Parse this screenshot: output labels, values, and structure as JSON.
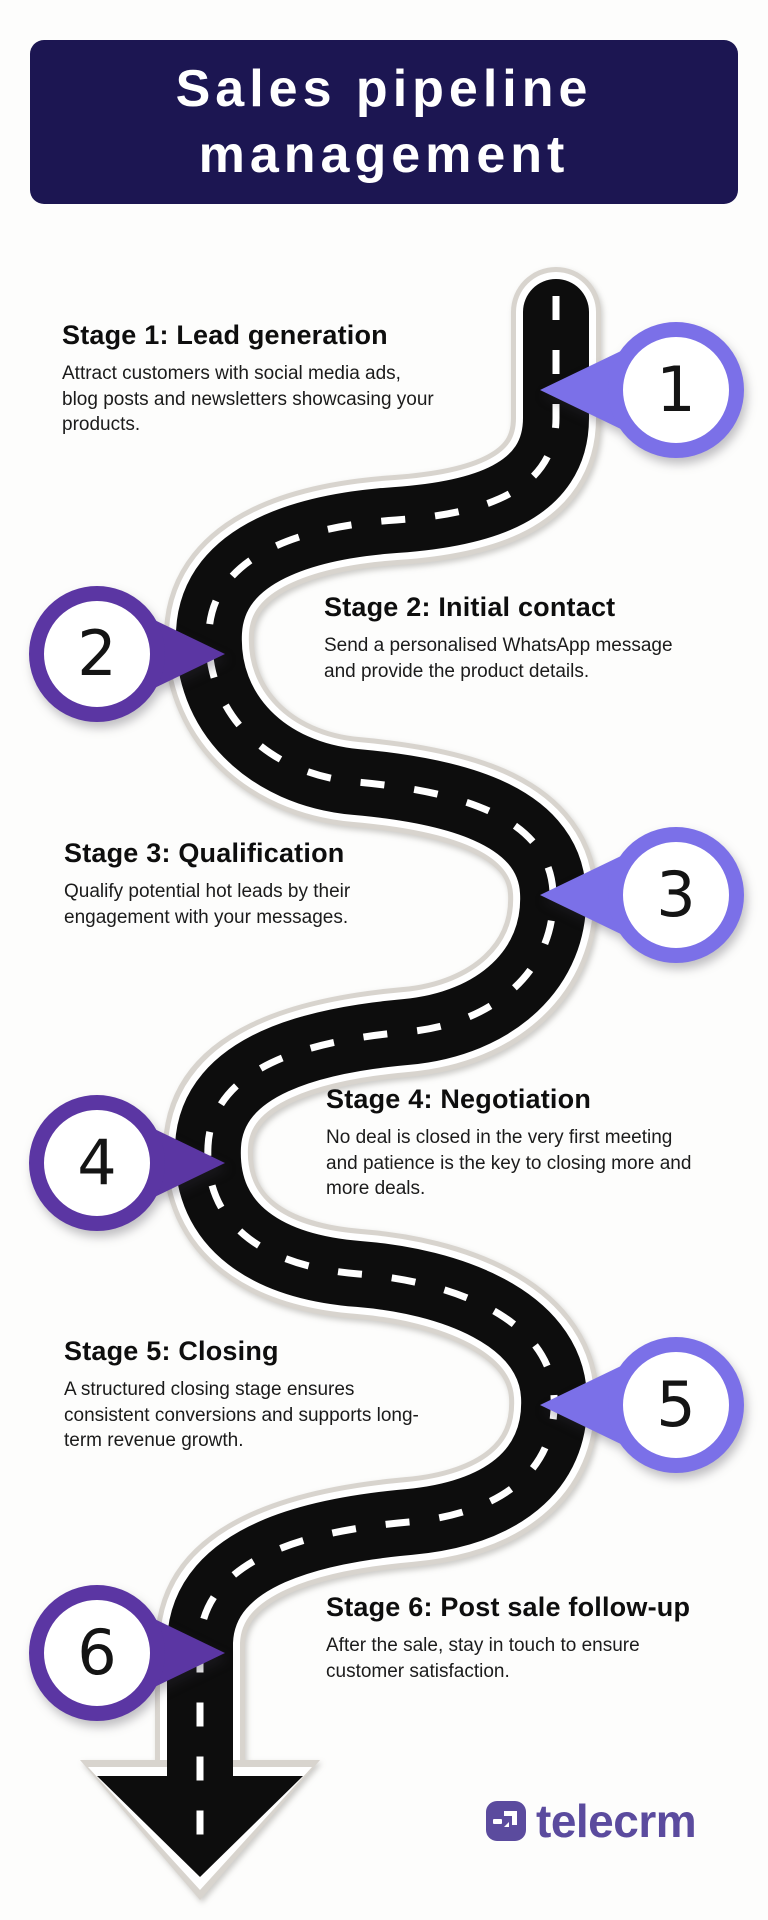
{
  "header": {
    "title_line1": "Sales pipeline",
    "title_line2": "management",
    "bg_color": "#1c1652",
    "text_color": "#ffffff"
  },
  "stages": [
    {
      "number": "1",
      "title": "Stage 1: Lead generation",
      "description": "Attract customers with social media ads,\nblog posts and newsletters showcasing your\nproducts.",
      "side": "right",
      "pin_color": "#7b70e8"
    },
    {
      "number": "2",
      "title": "Stage 2: Initial contact",
      "description": "Send a personalised WhatsApp message\nand provide the product details.",
      "side": "left",
      "pin_color": "#5b36a3"
    },
    {
      "number": "3",
      "title": "Stage 3: Qualification",
      "description": "Qualify potential hot leads by their\nengagement with your messages.",
      "side": "right",
      "pin_color": "#7b70e8"
    },
    {
      "number": "4",
      "title": "Stage 4: Negotiation",
      "description": "No deal is closed in the very first meeting\nand patience is the key to closing more and\nmore deals.",
      "side": "left",
      "pin_color": "#5b36a3"
    },
    {
      "number": "5",
      "title": "Stage 5: Closing",
      "description": "A structured closing stage ensures\nconsistent conversions and supports long-\nterm revenue growth.",
      "side": "right",
      "pin_color": "#7b70e8"
    },
    {
      "number": "6",
      "title": "Stage 6: Post sale follow-up",
      "description": "After the sale, stay in touch to ensure\ncustomer satisfaction.",
      "side": "left",
      "pin_color": "#5b36a3"
    }
  ],
  "road": {
    "color": "#0d0d0d",
    "outline_inner": "#ffffff",
    "outline_outer": "#d8d4ce",
    "dash_color": "#ffffff"
  },
  "logo": {
    "text": "telecrm",
    "color": "#5b4b9e"
  }
}
